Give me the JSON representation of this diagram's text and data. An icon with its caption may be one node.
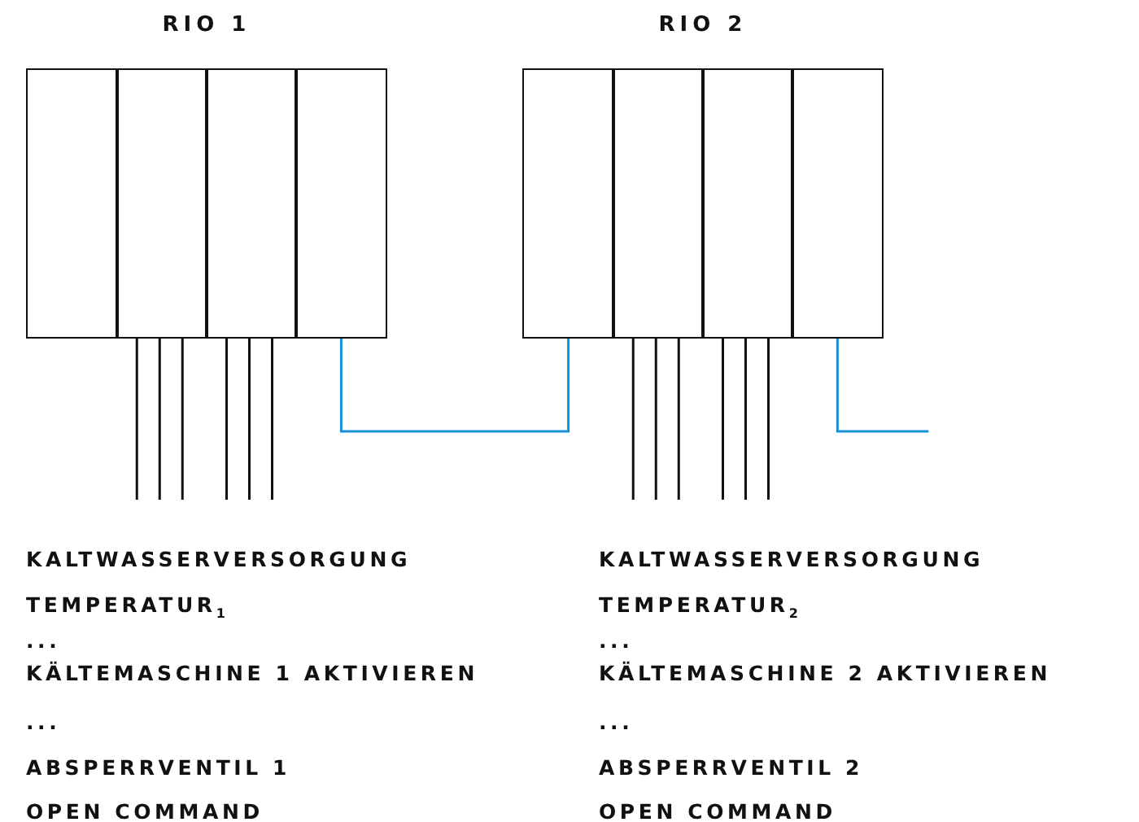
{
  "diagram": {
    "nodes": [
      {
        "text": [
          "RIO 1"
        ]
      },
      {
        "text": [],
        "shape": "box",
        "in": 0
      },
      {
        "text": [],
        "shape": "box",
        "in": 0
      },
      {
        "text": [],
        "shape": "box",
        "in": 0
      },
      {
        "text": [],
        "shape": "box",
        "in": 0
      },
      {
        "text": [
          "RIO 2"
        ]
      },
      {
        "text": [],
        "shape": "box",
        "in": 5
      },
      {
        "text": [],
        "shape": "box",
        "in": 5
      },
      {
        "text": [],
        "shape": "box",
        "in": 5
      },
      {
        "text": [],
        "shape": "box",
        "in": 5
      }
    ],
    "edges": [
      {
        "from": 2,
        "to": null,
        "arrow": "none"
      },
      {
        "from": 2,
        "to": null,
        "arrow": "none"
      },
      {
        "from": 2,
        "to": null,
        "arrow": "none"
      },
      {
        "from": 3,
        "to": null,
        "arrow": "none"
      },
      {
        "from": 3,
        "to": null,
        "arrow": "none"
      },
      {
        "from": 3,
        "to": null,
        "arrow": "none"
      },
      {
        "from": 4,
        "to": 6,
        "arrow": "none",
        "color": "#1a90d8"
      },
      {
        "from": 7,
        "to": null,
        "arrow": "none"
      },
      {
        "from": 7,
        "to": null,
        "arrow": "none"
      },
      {
        "from": 7,
        "to": null,
        "arrow": "none"
      },
      {
        "from": 8,
        "to": null,
        "arrow": "none"
      },
      {
        "from": 8,
        "to": null,
        "arrow": "none"
      },
      {
        "from": 8,
        "to": null,
        "arrow": "none"
      },
      {
        "from": 9,
        "to": null,
        "arrow": "none",
        "color": "#1a90d8"
      }
    ],
    "labels": [
      "KALTWASSERVERSORGUNG",
      "TEMPERATUR$_{1}$",
      "...",
      "KÄLTEMASCHINE 1 AKTIVIEREN",
      "...",
      "ABSPERRVENTIL 1",
      "OPEN COMMAND",
      "KALTWASSERVERSORGUNG",
      "TEMPERATUR$_{2}$",
      "...",
      "KÄLTEMASCHINE 2 AKTIVIEREN",
      "...",
      "ABSPERRVENTIL 2",
      "OPEN COMMAND"
    ]
  }
}
